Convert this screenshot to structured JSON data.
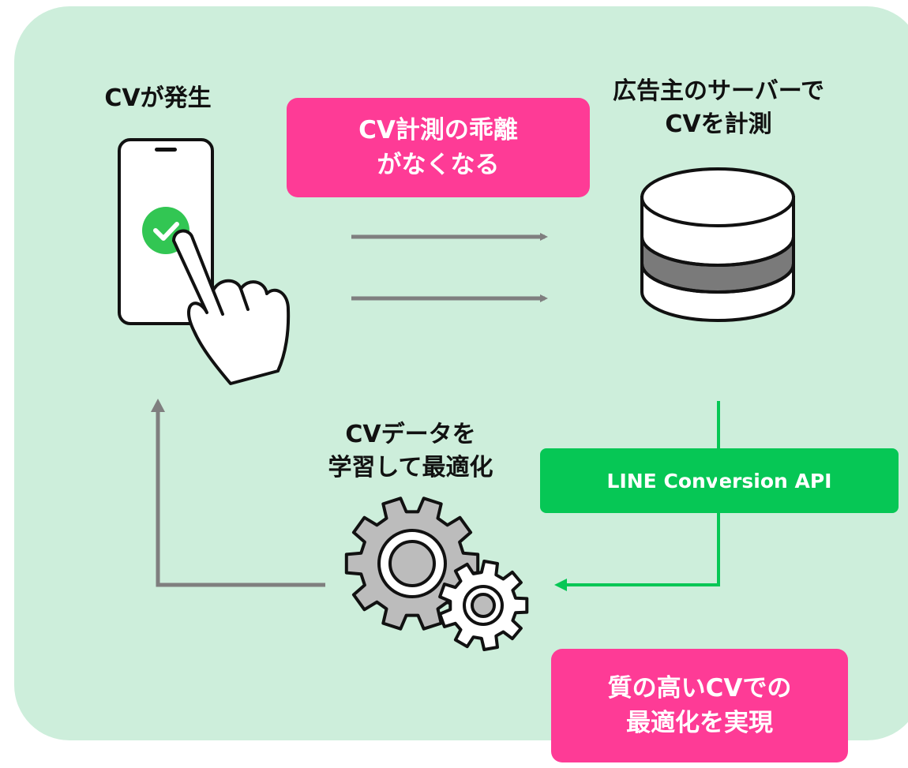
{
  "labels": {
    "cv_occurred": "CVが発生",
    "server_measure_line1": "広告主のサーバーで",
    "server_measure_line2": "CVを計測",
    "learn_line1": "CVデータを",
    "learn_line2": "学習して最適化"
  },
  "badges": {
    "no_gap_line1": "CV計測の乖離",
    "no_gap_line2": "がなくなる",
    "quality_line1": "質の高いCVでの",
    "quality_line2": "最適化を実現"
  },
  "api_box": {
    "label": "LINE Conversion API"
  },
  "icons": {
    "phone": "smartphone-tap-icon",
    "check": "check-icon",
    "database": "database-icon",
    "gears": "gears-icon"
  },
  "colors": {
    "background": "#cdeedb",
    "pink": "#fe3b96",
    "green": "#06c755",
    "gray_arrow": "#7f7f7f",
    "check_green": "#32c653"
  }
}
